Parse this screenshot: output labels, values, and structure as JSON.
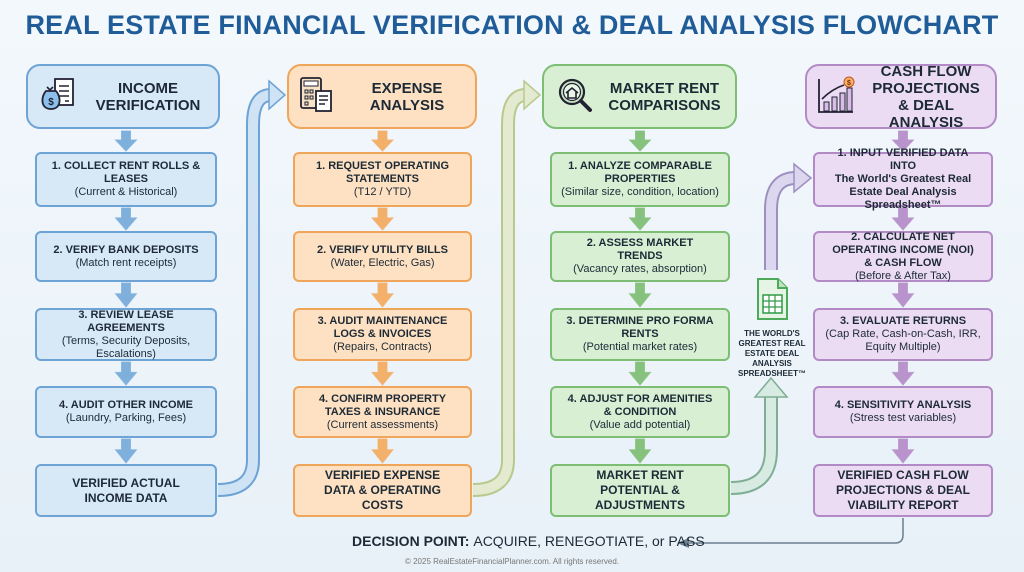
{
  "title": "REAL ESTATE FINANCIAL VERIFICATION & DEAL ANALYSIS FLOWCHART",
  "columns": [
    {
      "id": "income",
      "icon": "money-bag-document-icon",
      "header": "INCOME VERIFICATION",
      "fill": "#d7e8f7",
      "border": "#6ea3d6",
      "arrow": "#7fb0dc",
      "steps": [
        {
          "title": "1. COLLECT RENT ROLLS & LEASES",
          "sub": "(Current & Historical)"
        },
        {
          "title": "2. VERIFY BANK DEPOSITS",
          "sub": "(Match rent receipts)"
        },
        {
          "title": "3. REVIEW LEASE AGREEMENTS",
          "sub": "(Terms, Security Deposits, Escalations)"
        },
        {
          "title": "4. AUDIT OTHER INCOME",
          "sub": "(Laundry, Parking, Fees)"
        }
      ],
      "result": "VERIFIED ACTUAL INCOME DATA"
    },
    {
      "id": "expense",
      "icon": "calculator-receipt-icon",
      "header": "EXPENSE ANALYSIS",
      "fill": "#fde1c2",
      "border": "#efa55a",
      "arrow": "#f3b06a",
      "steps": [
        {
          "title": "1. REQUEST OPERATING STATEMENTS",
          "sub": "(T12 / YTD)"
        },
        {
          "title": "2. VERIFY UTILITY BILLS",
          "sub": "(Water, Electric, Gas)"
        },
        {
          "title": "3. AUDIT MAINTENANCE LOGS & INVOICES",
          "sub": "(Repairs, Contracts)"
        },
        {
          "title": "4. CONFIRM PROPERTY TAXES & INSURANCE",
          "sub": "(Current assessments)"
        }
      ],
      "result": "VERIFIED EXPENSE DATA & OPERATING COSTS"
    },
    {
      "id": "market",
      "icon": "magnifier-house-icon",
      "header": "MARKET RENT COMPARISONS",
      "fill": "#d9efd4",
      "border": "#7dbd74",
      "arrow": "#86c27d",
      "steps": [
        {
          "title": "1. ANALYZE COMPARABLE PROPERTIES",
          "sub": "(Similar size, condition, location)"
        },
        {
          "title": "2. ASSESS MARKET TRENDS",
          "sub": "(Vacancy rates, absorption)"
        },
        {
          "title": "3. DETERMINE PRO FORMA RENTS",
          "sub": "(Potential market rates)"
        },
        {
          "title": "4. ADJUST FOR AMENITIES & CONDITION",
          "sub": "(Value add potential)"
        }
      ],
      "result": "MARKET RENT POTENTIAL & ADJUSTMENTS"
    },
    {
      "id": "cashflow",
      "icon": "growth-chart-icon",
      "header": "CASH FLOW PROJECTIONS & DEAL ANALYSIS",
      "fill": "#ecdcf3",
      "border": "#b28ac6",
      "arrow": "#b994cc",
      "steps": [
        {
          "title": "1. INPUT VERIFIED DATA INTO",
          "sub": "The World's Greatest Real Estate Deal Analysis Spreadsheet™",
          "subBold": true
        },
        {
          "title": "2. CALCULATE NET OPERATING INCOME (NOI) & CASH FLOW",
          "sub": "(Before & After Tax)"
        },
        {
          "title": "3. EVALUATE RETURNS",
          "sub": "(Cap Rate, Cash-on-Cash, IRR, Equity Multiple)"
        },
        {
          "title": "4. SENSITIVITY ANALYSIS",
          "sub": "(Stress test variables)"
        }
      ],
      "result": "VERIFIED CASH FLOW PROJECTIONS & DEAL VIABILITY REPORT"
    }
  ],
  "spreadsheet_label": "THE WORLD'S GREATEST REAL ESTATE DEAL ANALYSIS SPREADSHEET™",
  "decision": {
    "label": "DECISION POINT:",
    "options": "ACQUIRE, RENEGOTIATE, or PASS"
  },
  "footer": "© 2025 RealEstateFinancialPlanner.com. All rights reserved."
}
